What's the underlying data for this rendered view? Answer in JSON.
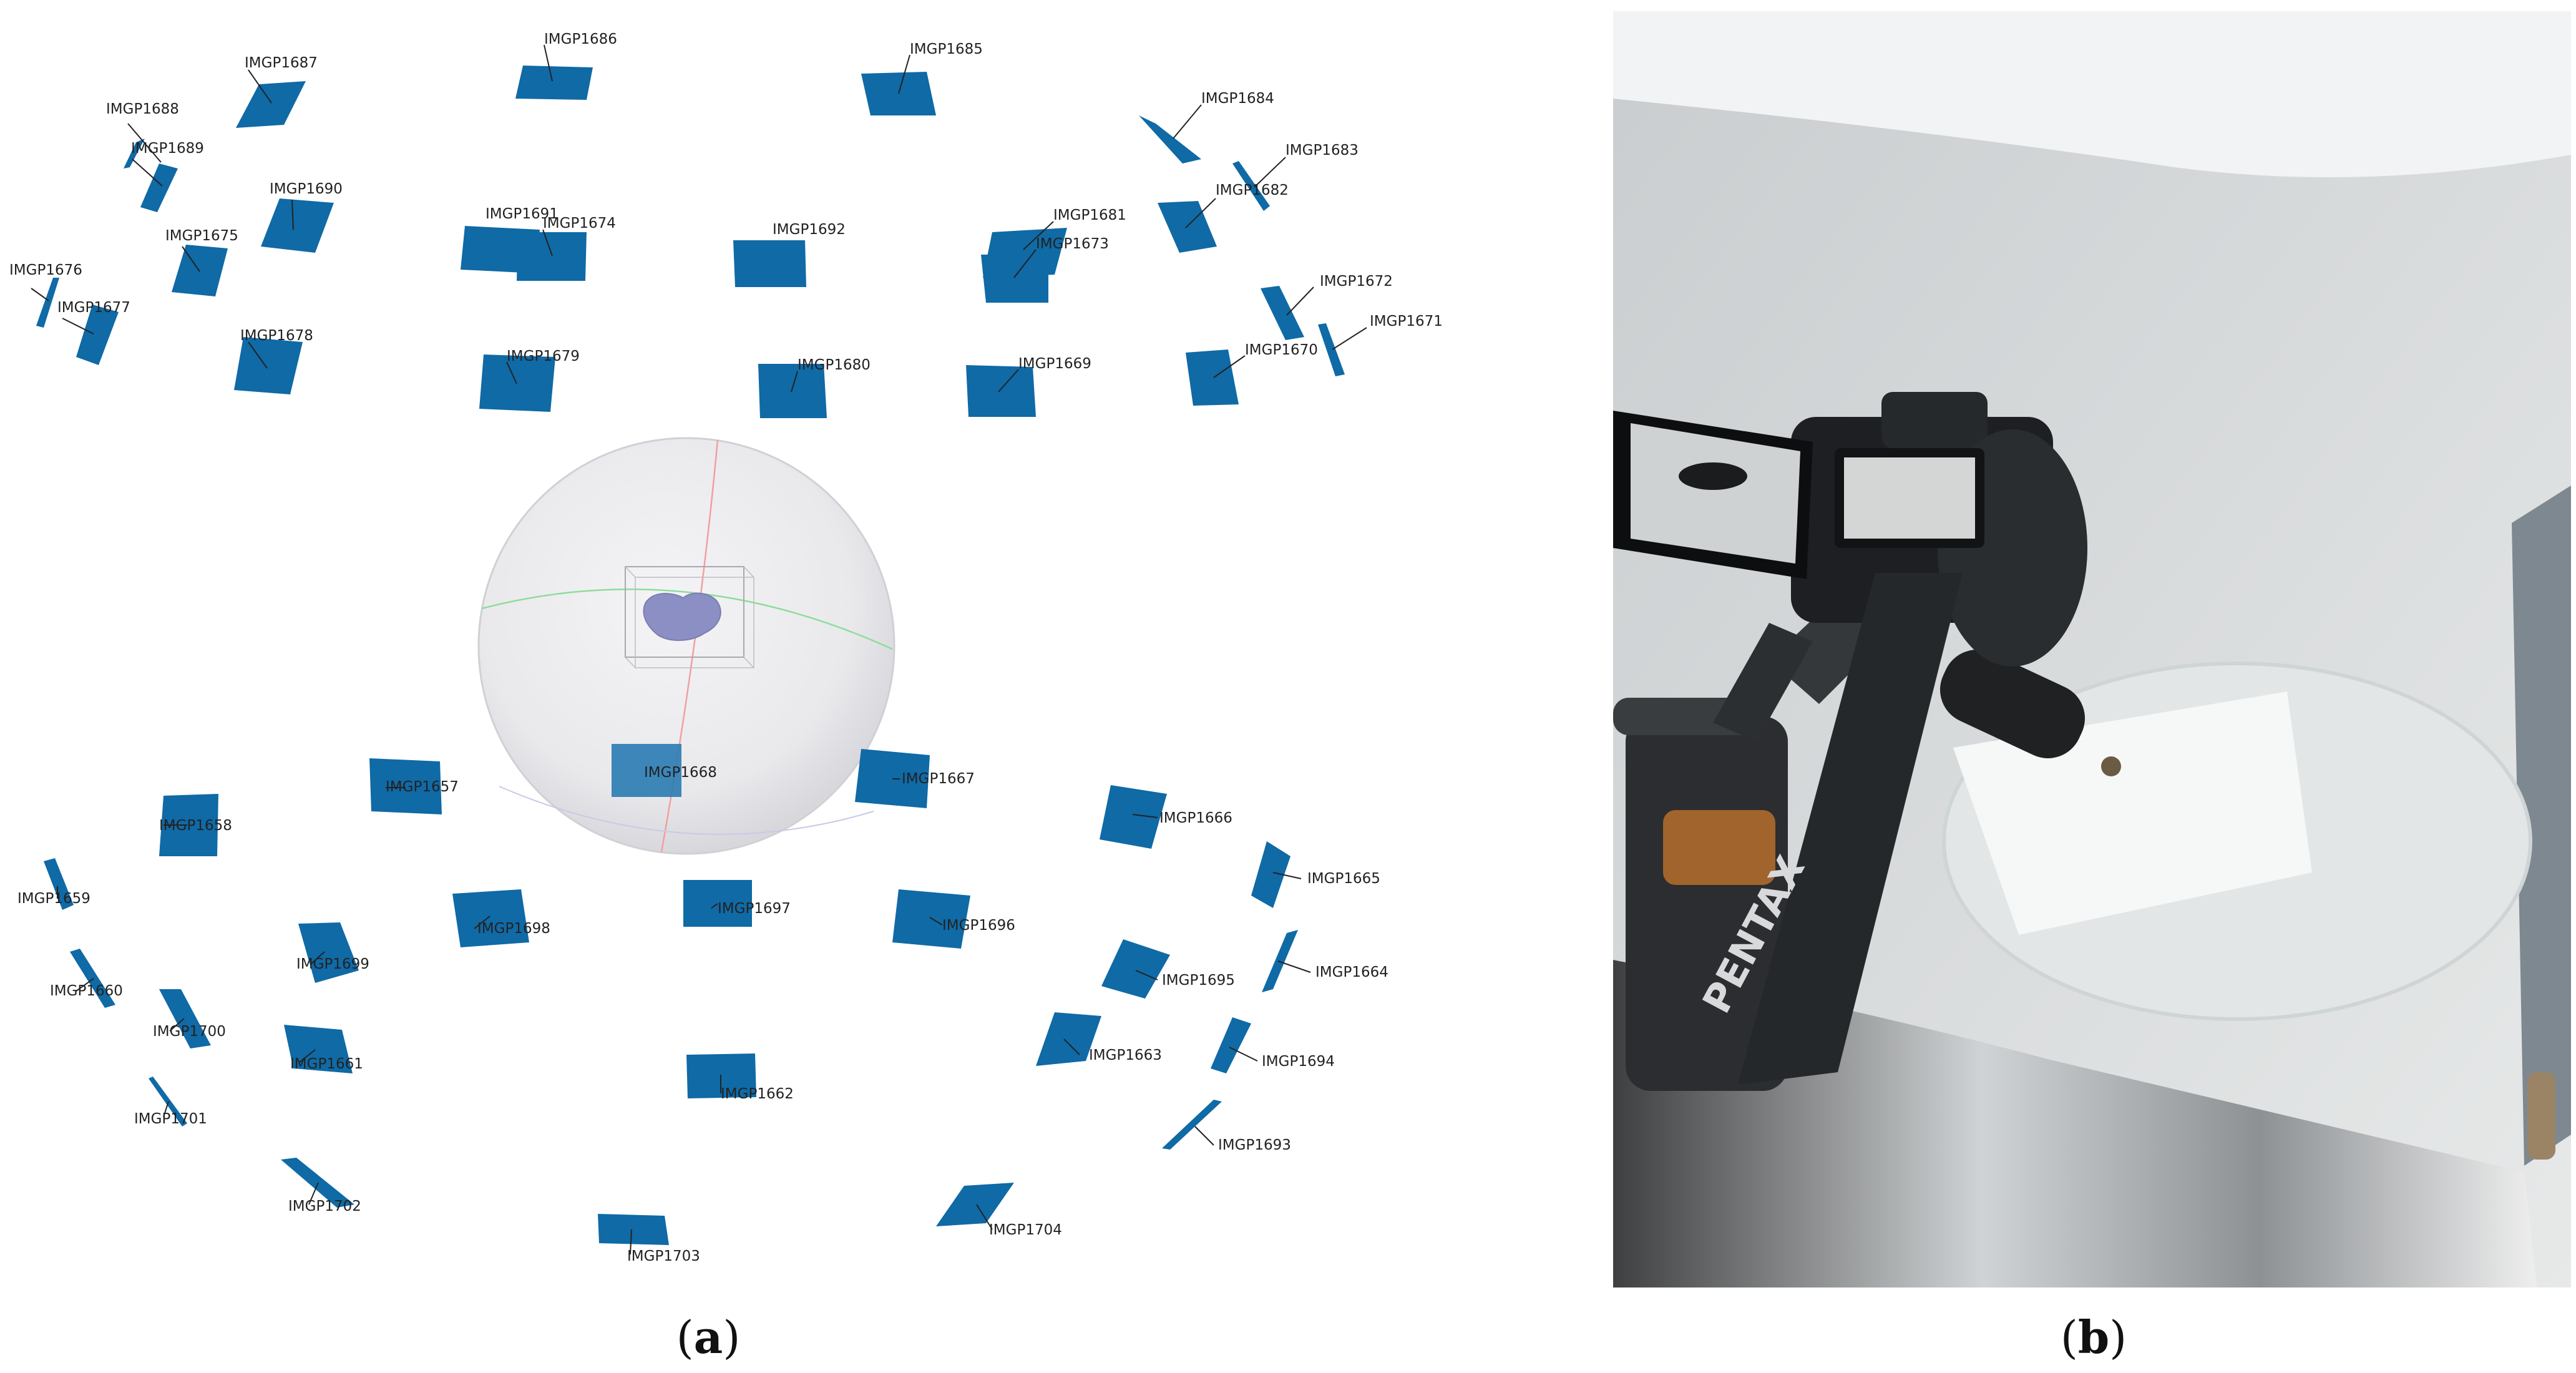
{
  "panel_a": {
    "caption_label": "a",
    "center_camera": "IMGP1668",
    "cameras": [
      {
        "label": "IMGP1686"
      },
      {
        "label": "IMGP1685"
      },
      {
        "label": "IMGP1687"
      },
      {
        "label": "IMGP1684"
      },
      {
        "label": "IMGP1688"
      },
      {
        "label": "IMGP1683"
      },
      {
        "label": "IMGP1689"
      },
      {
        "label": "IMGP1682"
      },
      {
        "label": "IMGP1690"
      },
      {
        "label": "IMGP1691"
      },
      {
        "label": "IMGP1674"
      },
      {
        "label": "IMGP1692"
      },
      {
        "label": "IMGP1681"
      },
      {
        "label": "IMGP1673"
      },
      {
        "label": "IMGP1675"
      },
      {
        "label": "IMGP1676"
      },
      {
        "label": "IMGP1677"
      },
      {
        "label": "IMGP1672"
      },
      {
        "label": "IMGP1671"
      },
      {
        "label": "IMGP1678"
      },
      {
        "label": "IMGP1679"
      },
      {
        "label": "IMGP1680"
      },
      {
        "label": "IMGP1669"
      },
      {
        "label": "IMGP1670"
      },
      {
        "label": "IMGP1657"
      },
      {
        "label": "IMGP1667"
      },
      {
        "label": "IMGP1658"
      },
      {
        "label": "IMGP1666"
      },
      {
        "label": "IMGP1659"
      },
      {
        "label": "IMGP1665"
      },
      {
        "label": "IMGP1697"
      },
      {
        "label": "IMGP1698"
      },
      {
        "label": "IMGP1696"
      },
      {
        "label": "IMGP1699"
      },
      {
        "label": "IMGP1664"
      },
      {
        "label": "IMGP1660"
      },
      {
        "label": "IMGP1695"
      },
      {
        "label": "IMGP1700"
      },
      {
        "label": "IMGP1661"
      },
      {
        "label": "IMGP1663"
      },
      {
        "label": "IMGP1694"
      },
      {
        "label": "IMGP1662"
      },
      {
        "label": "IMGP1701"
      },
      {
        "label": "IMGP1693"
      },
      {
        "label": "IMGP1702"
      },
      {
        "label": "IMGP1704"
      },
      {
        "label": "IMGP1703"
      }
    ]
  },
  "panel_b": {
    "caption_label": "b",
    "strap_text": "PENTAX"
  },
  "colors": {
    "camera_frustum": "#0f6aa6",
    "object_mesh": "#8c8fc4",
    "sphere_fill": "#ececee"
  }
}
